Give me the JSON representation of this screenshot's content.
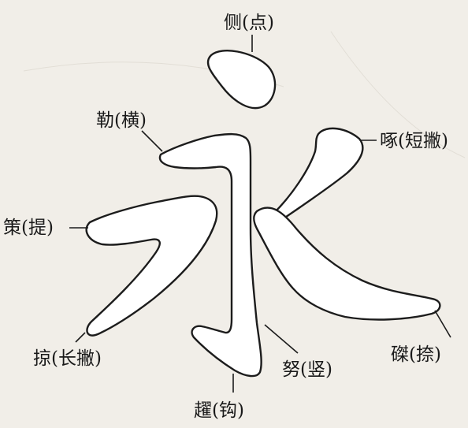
{
  "diagram": {
    "labels": {
      "ce": "侧(点)",
      "le": "勒(横)",
      "zhuo": "啄(短撇)",
      "ce_tick": "策(提)",
      "zhe": "磔(捺)",
      "lue": "掠(长撇)",
      "nu": "努(竖)",
      "ti": "趯(钩)"
    },
    "colors": {
      "background": "#f1eee8",
      "stroke_fill": "#ffffff",
      "outline": "#1c1c1c"
    }
  }
}
